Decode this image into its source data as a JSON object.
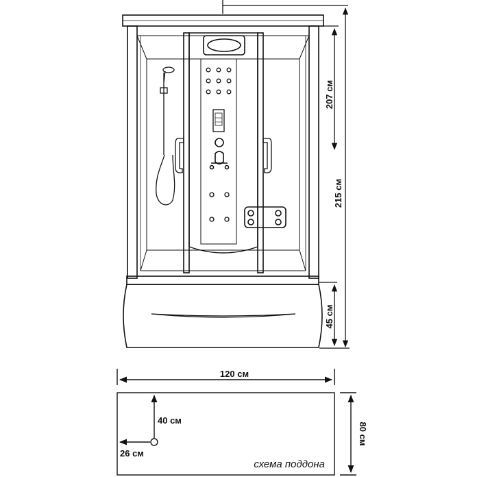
{
  "dimensions": {
    "inner_height": "207 см",
    "total_height": "215 см",
    "tray_height": "45 см",
    "width": "120 см",
    "depth": "80 см",
    "drain_from_front": "40 см",
    "drain_from_side": "26 см"
  },
  "tray_caption": "схема поддона",
  "colors": {
    "stroke": "#111111",
    "background": "#ffffff"
  }
}
